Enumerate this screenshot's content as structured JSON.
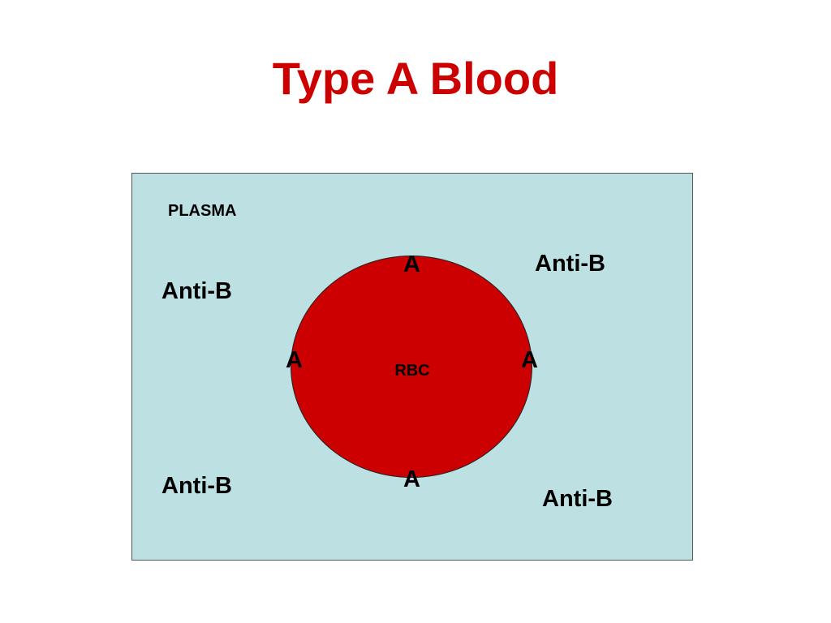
{
  "title": "Type A Blood",
  "plasma": {
    "label": "PLASMA",
    "fill_color": "#bde0e3"
  },
  "rbc": {
    "label": "RBC",
    "fill_color": "#cc0000",
    "antigens": [
      "A",
      "A",
      "A",
      "A"
    ]
  },
  "antibodies": [
    "Anti-B",
    "Anti-B",
    "Anti-B",
    "Anti-B"
  ],
  "colors": {
    "title": "#cc0000",
    "text": "#000000"
  }
}
